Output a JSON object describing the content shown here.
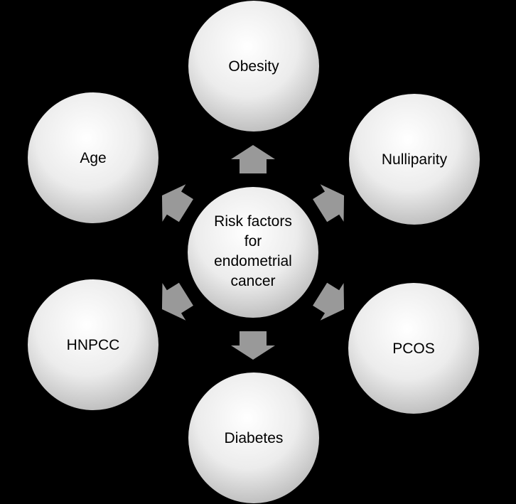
{
  "center": {
    "lines": [
      "Risk factors",
      "for",
      "endometrial",
      "cancer"
    ]
  },
  "factors": [
    {
      "label": "Obesity"
    },
    {
      "label": "Nulliparity"
    },
    {
      "label": "PCOS"
    },
    {
      "label": "Diabetes"
    },
    {
      "label": "HNPCC"
    },
    {
      "label": "Age"
    }
  ],
  "colors": {
    "background": "#000000",
    "arrow": "#999999",
    "sphere_light": "#ffffff",
    "sphere_dark": "#bdbdbd"
  }
}
